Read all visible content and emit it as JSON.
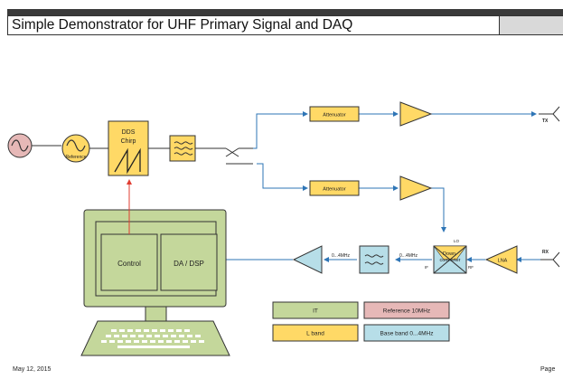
{
  "title": "Simple Demonstrator for UHF Primary Signal and DAQ",
  "blocks": {
    "reference": "Reference",
    "dds_line1": "DDS",
    "dds_line2": "Chirp",
    "attenuator_top": "Attenuator",
    "attenuator_bottom": "Attenuator",
    "lna": "LNA",
    "downconverter_line1": "Down-",
    "downconverter_line2": "converter",
    "control": "Control",
    "da_dsp": "DA / DSP"
  },
  "labels": {
    "tx": "TX",
    "rx": "RX",
    "lo": "LO",
    "if": "IF",
    "rf": "RF",
    "band_4mhz_a": "0...4MHz",
    "band_4mhz_b": "0...4MHz"
  },
  "legend": [
    {
      "label": "IT",
      "color": "#c4d79b"
    },
    {
      "label": "Reference 10MHz",
      "color": "#e6b8b7"
    },
    {
      "label": "L band",
      "color": "#ffd966"
    },
    {
      "label": "Base band 0...4MHz",
      "color": "#b7dee8"
    }
  ],
  "colors": {
    "l_band": "#ffd966",
    "reference": "#e6b8b7",
    "it": "#c4d79b",
    "baseband": "#b7dee8",
    "signal_line": "#2e75b6",
    "control_line": "#e03c31"
  },
  "footer": {
    "date": "May 12, 2015",
    "page": "Page"
  }
}
